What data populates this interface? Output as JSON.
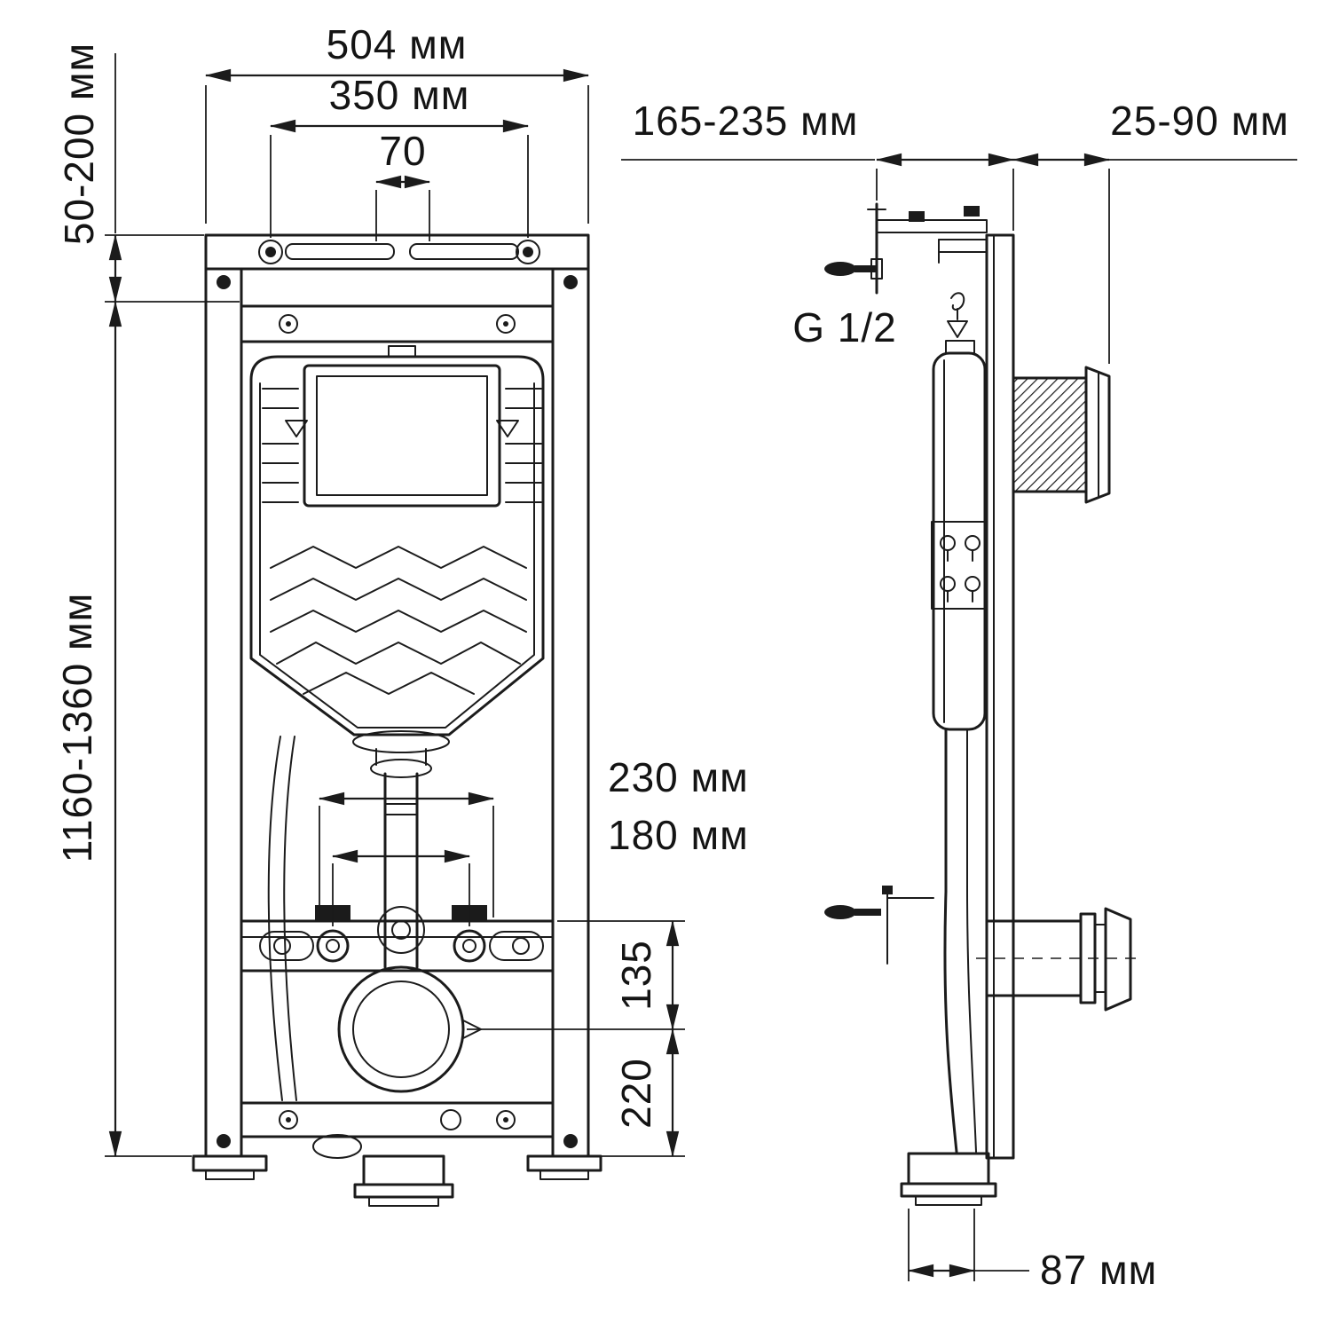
{
  "page": {
    "background": "#ffffff",
    "line_color": "#1b1b1b",
    "description": "Technical installation drawing of a concealed WC cistern frame, front view and side view with dimensions"
  },
  "front_view": {
    "dim_width_outer": "504 мм",
    "dim_width_bolts": "350 мм",
    "dim_width_slot": "70",
    "dim_top_offset": "50-200 мм",
    "dim_height_range": "1160-1360 мм",
    "dim_outlet_spacing": "230 мм",
    "dim_stud_spacing": "180 мм",
    "dim_outlet_height": "135",
    "dim_drain_height": "220"
  },
  "side_view": {
    "dim_depth_range": "165-235 мм",
    "dim_wall_range": "25-90 мм",
    "label_water_thread": "G 1/2",
    "dim_foot_offset": "87 мм"
  }
}
